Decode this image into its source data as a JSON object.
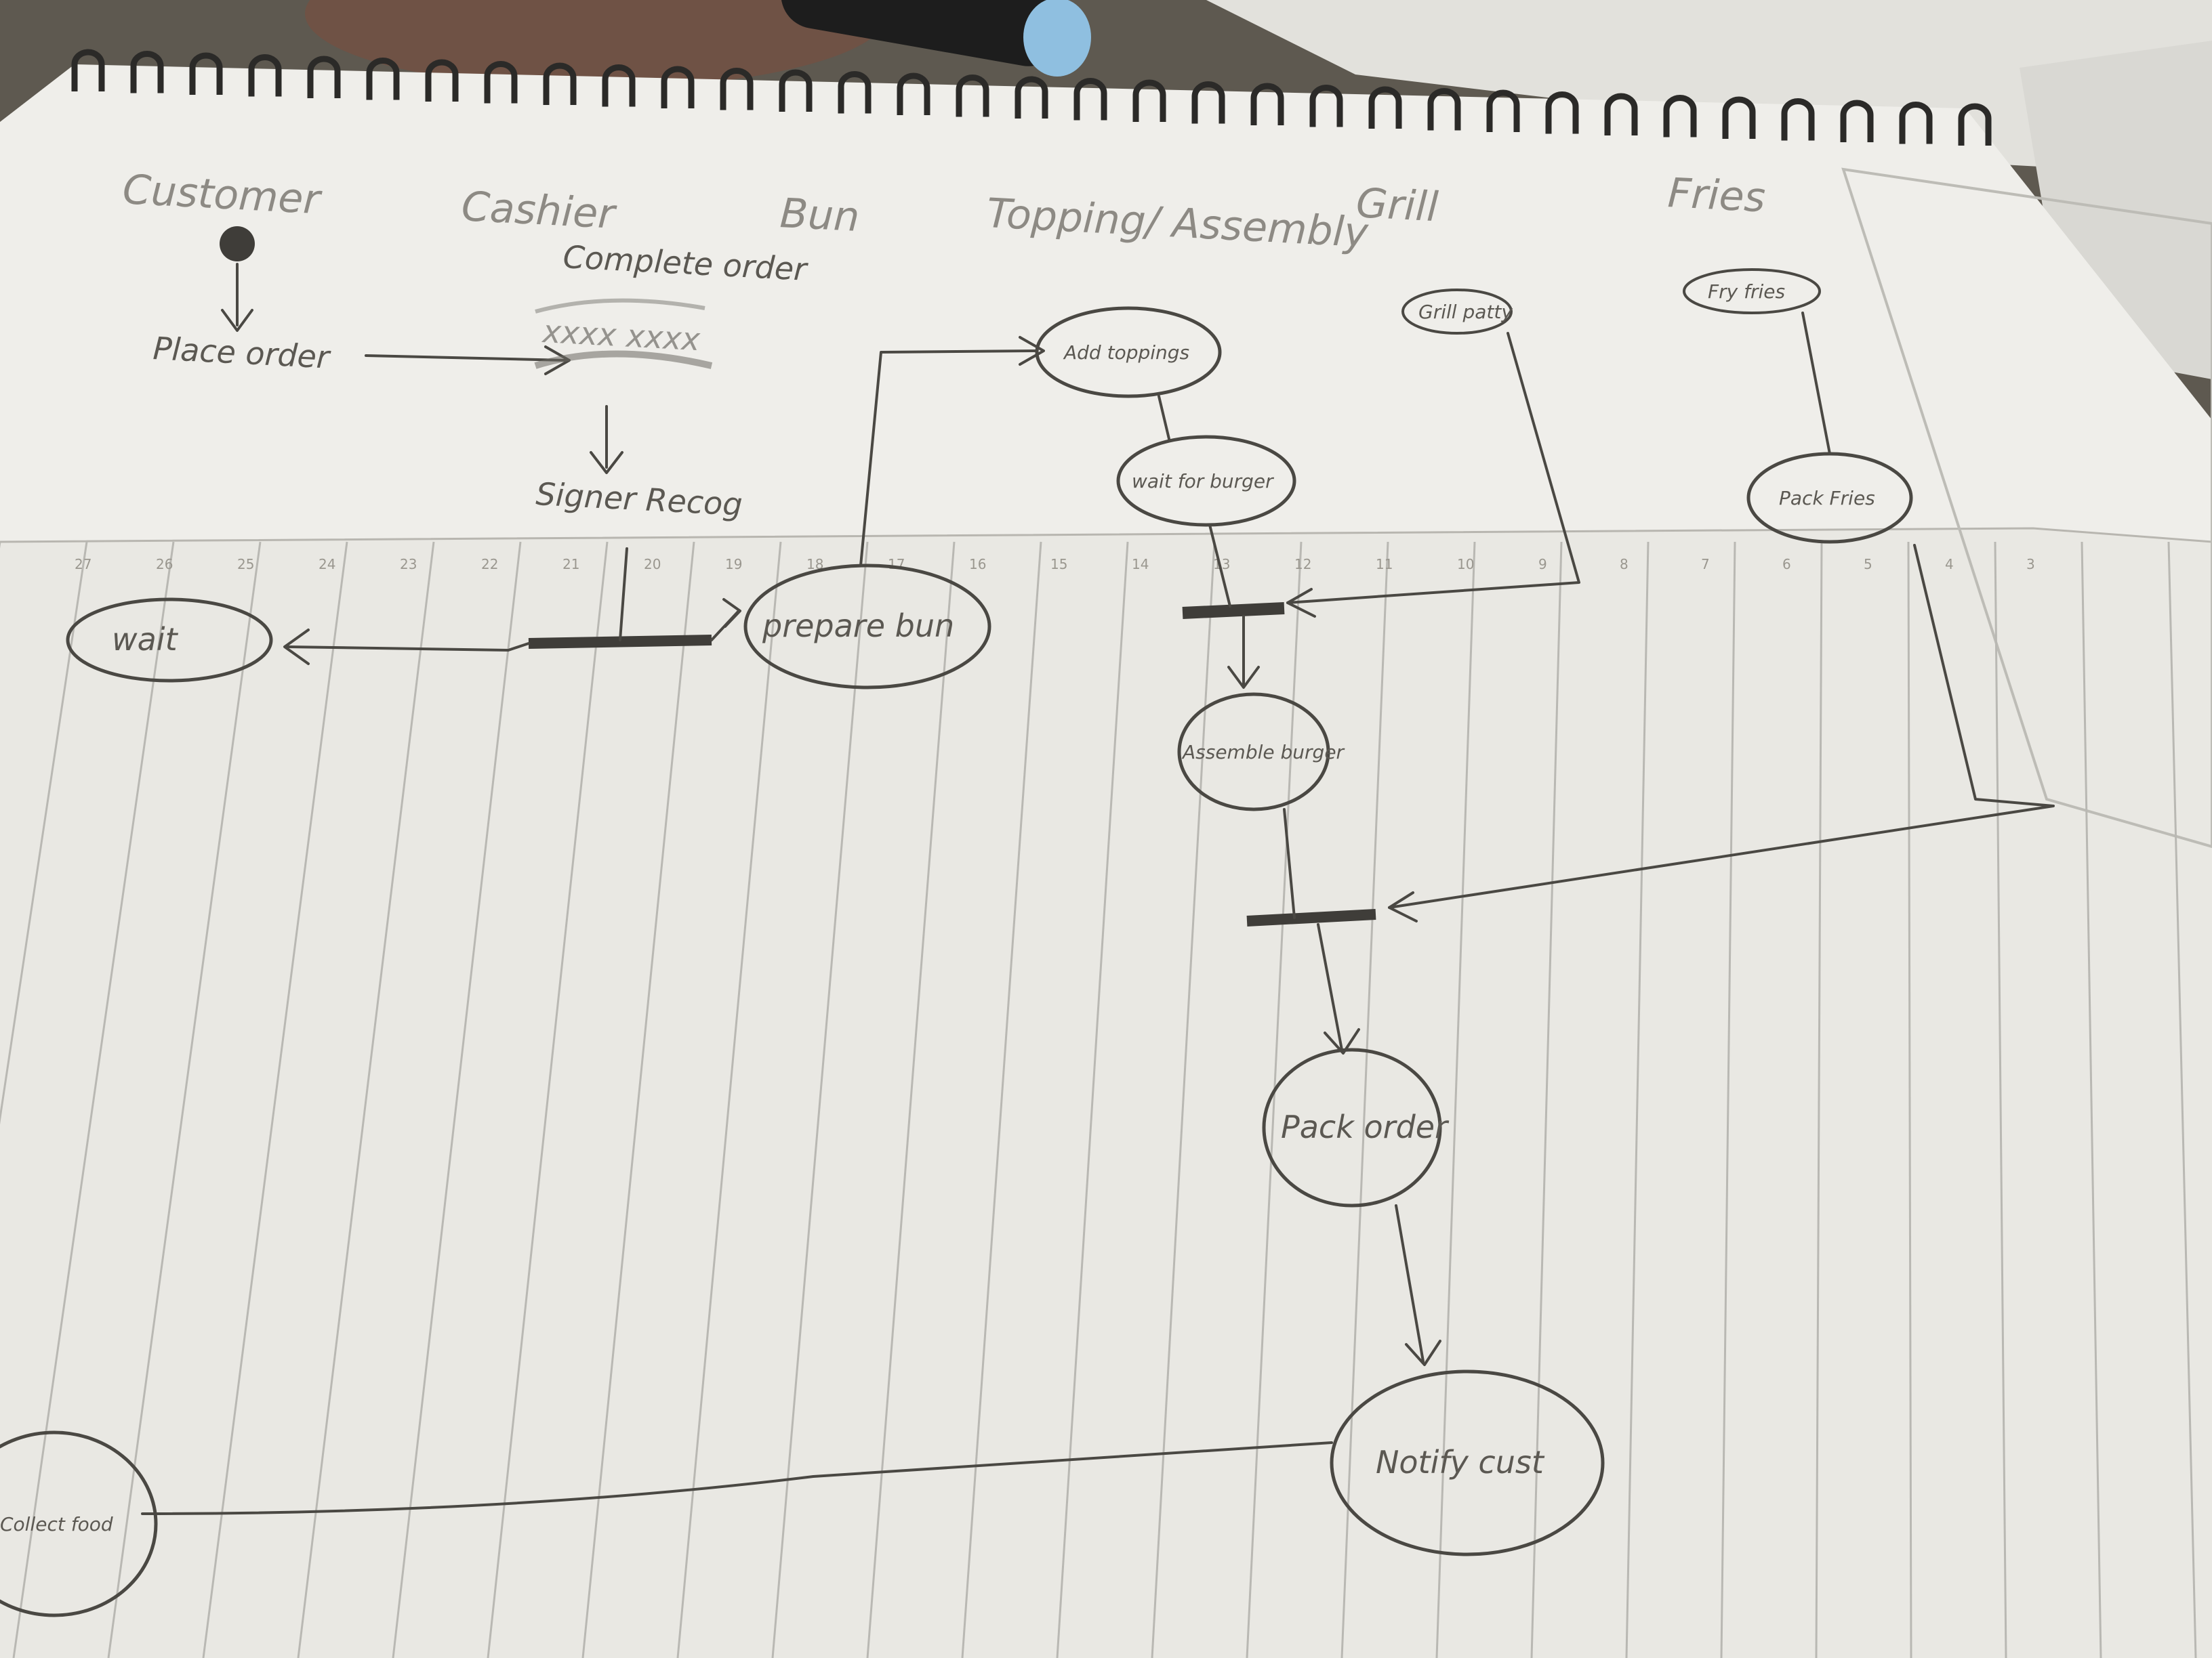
{
  "diagram": {
    "swimlanes": [
      {
        "id": "customer",
        "label": "Customer"
      },
      {
        "id": "cashier",
        "label": "Cashier"
      },
      {
        "id": "bun",
        "label": "Bun"
      },
      {
        "id": "topping",
        "label": "Topping/ Assembly"
      },
      {
        "id": "grill",
        "label": "Grill"
      },
      {
        "id": "fries",
        "label": "Fries"
      }
    ],
    "nodes": [
      {
        "id": "start",
        "type": "initial",
        "label": ""
      },
      {
        "id": "place-order",
        "type": "text",
        "label": "Place order"
      },
      {
        "id": "complete-order",
        "type": "text",
        "label": "Complete order"
      },
      {
        "id": "scribble",
        "type": "text",
        "label": "xxxx xxxx"
      },
      {
        "id": "signer-receipt",
        "type": "text",
        "label": "Signer Recog"
      },
      {
        "id": "wait",
        "type": "activity",
        "label": "wait"
      },
      {
        "id": "prepare-bun",
        "type": "activity",
        "label": "prepare bun"
      },
      {
        "id": "add-toppings",
        "type": "activity",
        "label": "Add toppings"
      },
      {
        "id": "wait-for-burger",
        "type": "activity",
        "label": "wait for burger"
      },
      {
        "id": "grill-patty",
        "type": "activity",
        "label": "Grill patty"
      },
      {
        "id": "fry-fries",
        "type": "activity",
        "label": "Fry fries"
      },
      {
        "id": "pack-fries",
        "type": "activity",
        "label": "Pack Fries"
      },
      {
        "id": "assemble-burger",
        "type": "activity",
        "label": "Assemble burger"
      },
      {
        "id": "pack-order",
        "type": "activity",
        "label": "Pack order"
      },
      {
        "id": "notify-customer",
        "type": "activity",
        "label": "Notify cust"
      },
      {
        "id": "collect-food",
        "type": "activity",
        "label": "Collect food"
      }
    ],
    "sync_bars": [
      {
        "id": "fork-cashier"
      },
      {
        "id": "join-assembly"
      },
      {
        "id": "join-pack"
      }
    ],
    "edges": [
      {
        "from": "start",
        "to": "place-order"
      },
      {
        "from": "place-order",
        "to": "complete-order"
      },
      {
        "from": "complete-order",
        "to": "signer-receipt"
      },
      {
        "from": "signer-receipt",
        "to": "fork-cashier"
      },
      {
        "from": "fork-cashier",
        "to": "wait"
      },
      {
        "from": "fork-cashier",
        "to": "prepare-bun"
      },
      {
        "from": "prepare-bun",
        "to": "add-toppings"
      },
      {
        "from": "add-toppings",
        "to": "wait-for-burger"
      },
      {
        "from": "wait-for-burger",
        "to": "join-assembly"
      },
      {
        "from": "grill-patty",
        "to": "join-assembly"
      },
      {
        "from": "join-assembly",
        "to": "assemble-burger"
      },
      {
        "from": "fry-fries",
        "to": "pack-fries"
      },
      {
        "from": "pack-fries",
        "to": "join-pack"
      },
      {
        "from": "assemble-burger",
        "to": "join-pack"
      },
      {
        "from": "join-pack",
        "to": "pack-order"
      },
      {
        "from": "pack-order",
        "to": "notify-customer"
      },
      {
        "from": "notify-customer",
        "to": "collect-food"
      }
    ]
  },
  "paper": {
    "lower_page_column_numbers": [
      "27",
      "26",
      "25",
      "24",
      "23",
      "22",
      "21",
      "20",
      "19",
      "18",
      "17",
      "16",
      "15",
      "14",
      "13",
      "12",
      "11",
      "10",
      "9",
      "8",
      "7",
      "6",
      "5",
      "4",
      "3"
    ]
  },
  "colors": {
    "paper": "#efeeea",
    "paper_lower": "#e9e8e3",
    "ink": "#4a4843",
    "rule": "#b9b8b3",
    "background": "#5e5950"
  }
}
